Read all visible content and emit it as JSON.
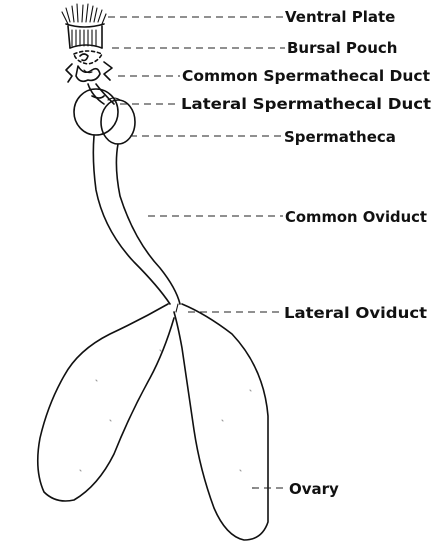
{
  "labels": {
    "ventral_plate": "Ventral Plate",
    "bursal_pouch": "Bursal Pouch",
    "common_spermathecal_duct": "Common Spermathecal Duct",
    "lateral_spermathecal_duct": "Lateral Spermathecal Duct",
    "spermatheca": "Spermatheca",
    "common_oviduct": "Common Oviduct",
    "lateral_oviduct": "Lateral Oviduct",
    "ovary": "Ovary"
  }
}
